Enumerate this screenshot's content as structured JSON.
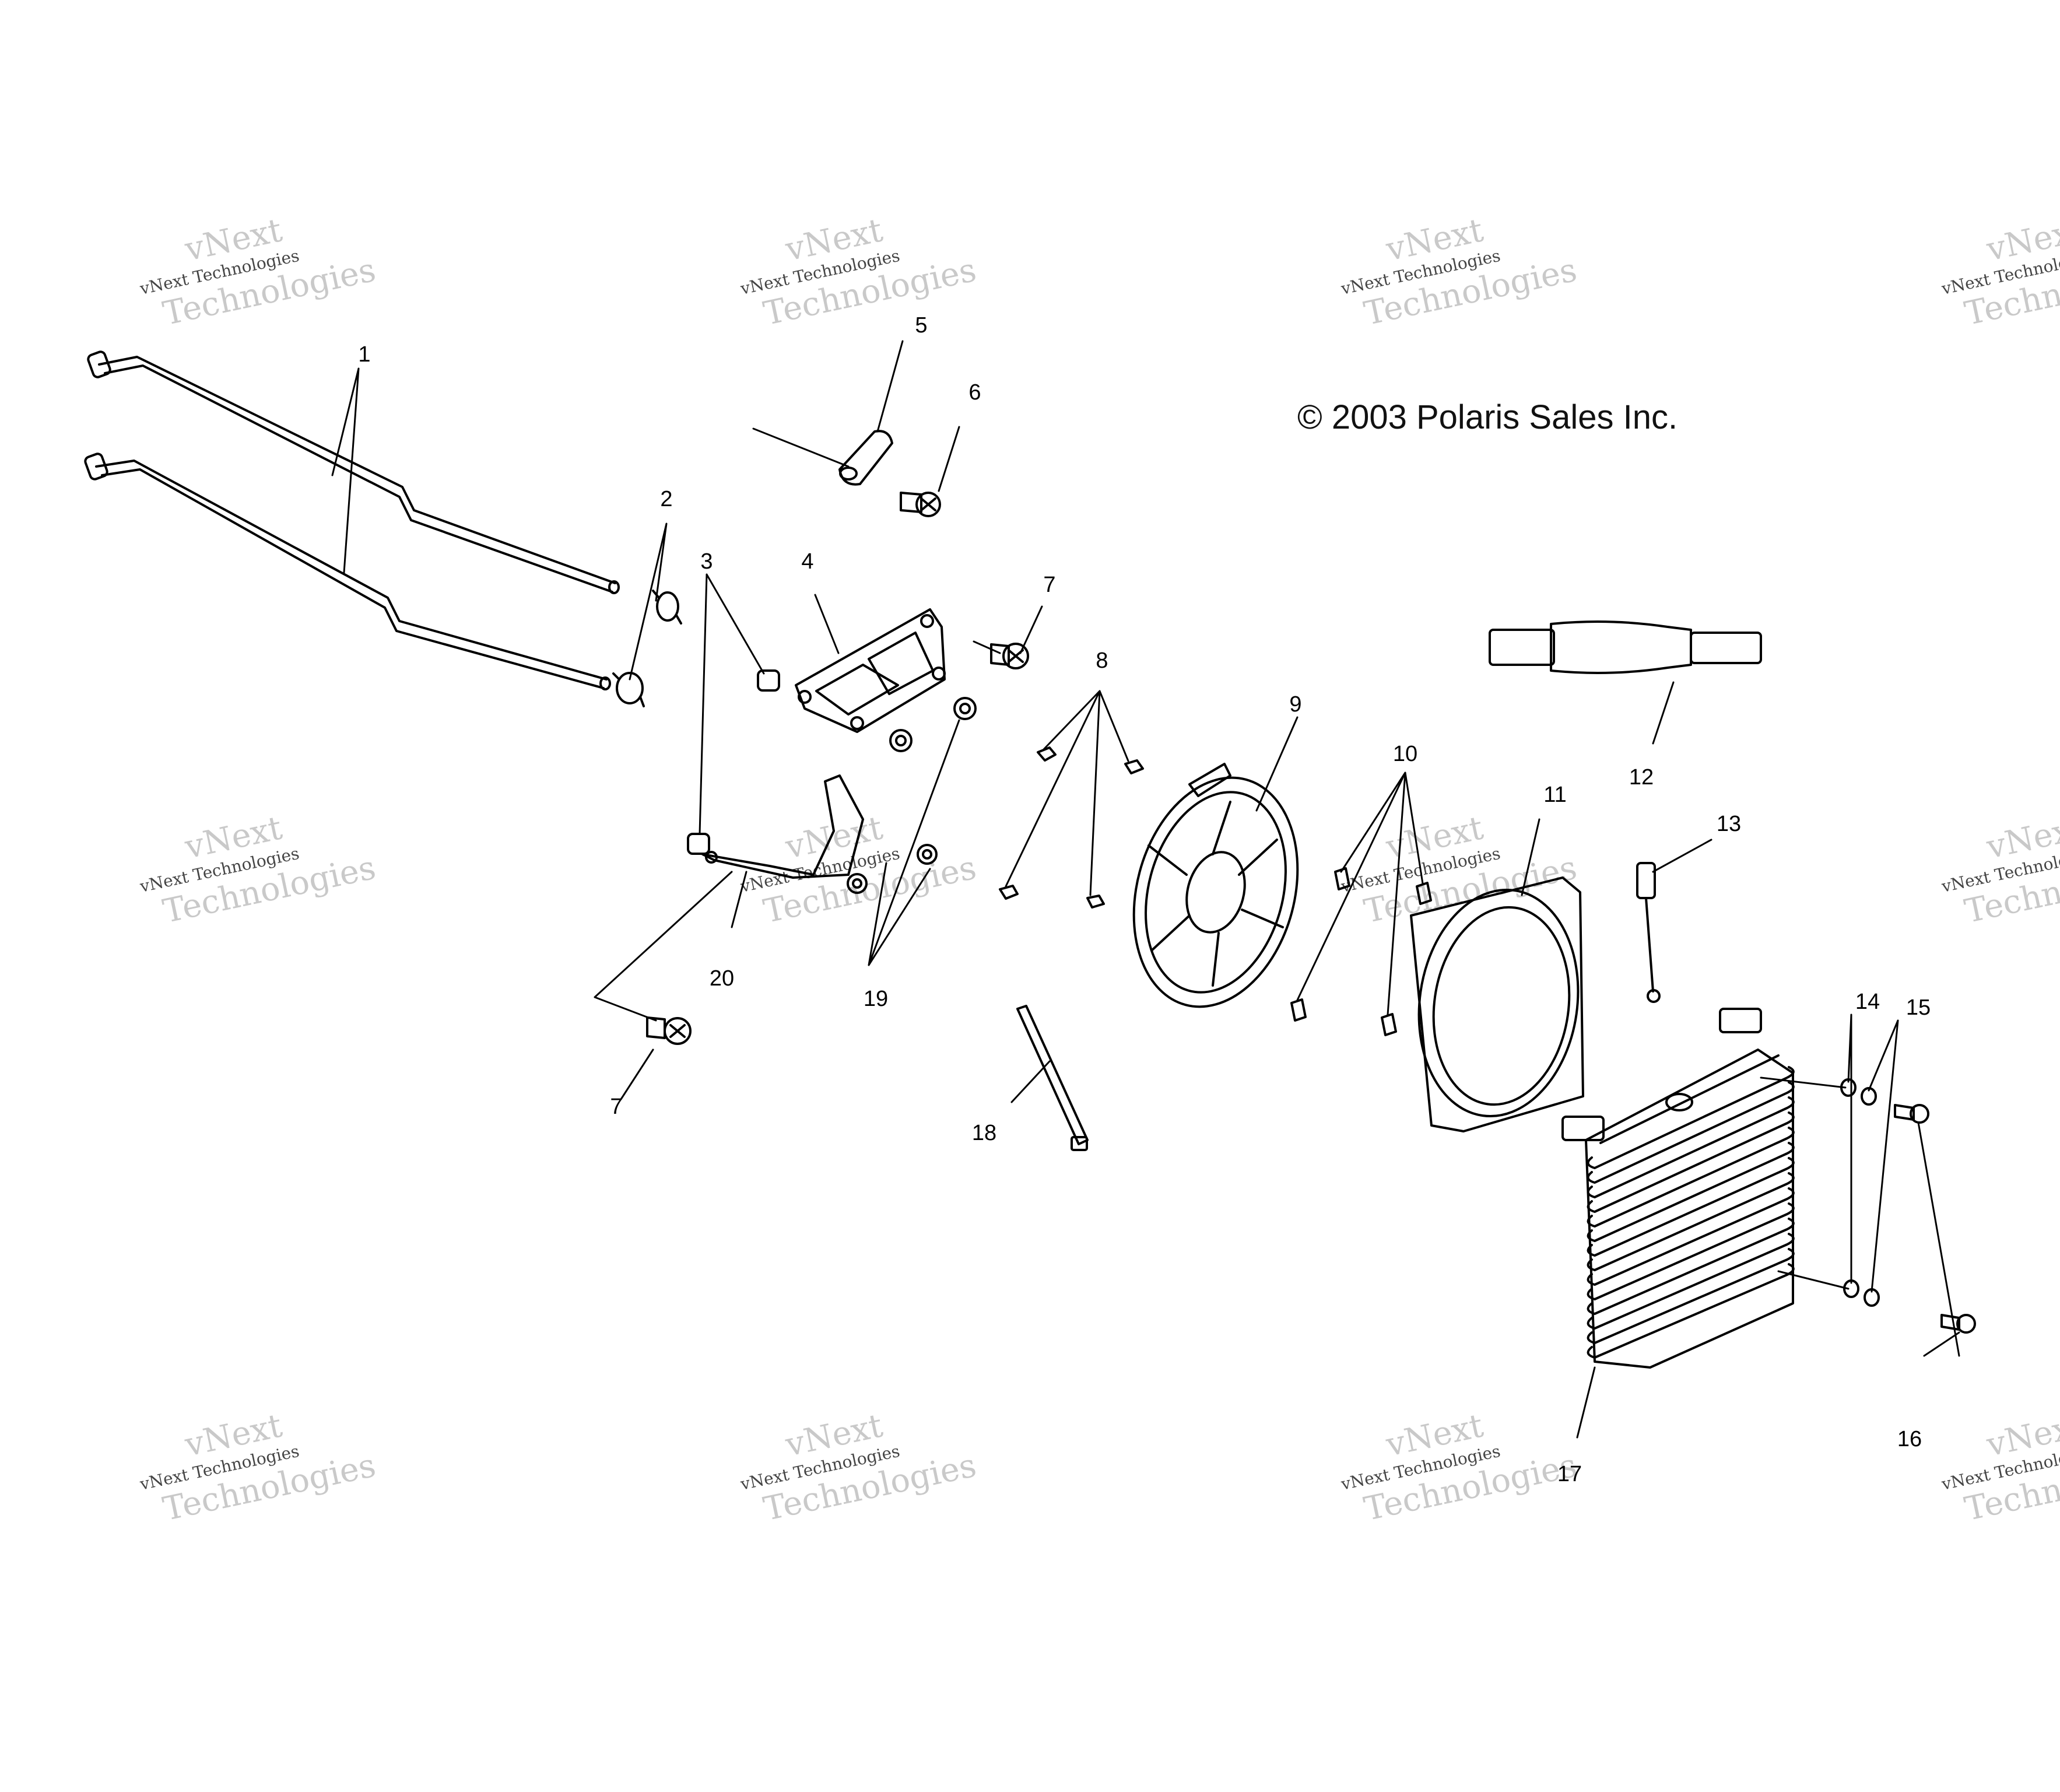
{
  "copyright": "© 2003 Polaris Sales Inc.",
  "watermark": {
    "line1": "vNext Technologies",
    "line2": "vNext",
    "line3": "Technologies"
  },
  "callouts": {
    "c1": "1",
    "c2": "2",
    "c3": "3",
    "c4": "4",
    "c5": "5",
    "c6": "6",
    "c7a": "7",
    "c7b": "7",
    "c8": "8",
    "c9": "9",
    "c10": "10",
    "c11": "11",
    "c12": "12",
    "c13": "13",
    "c14": "14",
    "c15": "15",
    "c16": "16",
    "c17": "17",
    "c18": "18",
    "c19": "19",
    "c20": "20"
  },
  "colors": {
    "line": "#000000",
    "watermark": "#c9c9c9",
    "background": "#ffffff"
  }
}
